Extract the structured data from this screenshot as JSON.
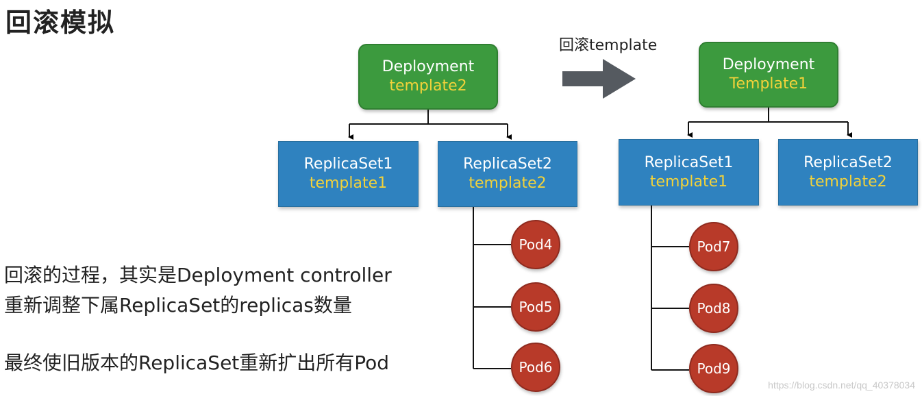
{
  "title": "回滚模拟",
  "arrow_label": "回滚template",
  "left": {
    "deployment": {
      "name": "Deployment",
      "template": "template2"
    },
    "replicasets": [
      {
        "name": "ReplicaSet1",
        "template": "template1"
      },
      {
        "name": "ReplicaSet2",
        "template": "template2"
      }
    ],
    "pods": [
      "Pod4",
      "Pod5",
      "Pod6"
    ]
  },
  "right": {
    "deployment": {
      "name": "Deployment",
      "template": "Template1"
    },
    "replicasets": [
      {
        "name": "ReplicaSet1",
        "template": "template1"
      },
      {
        "name": "ReplicaSet2",
        "template": "template2"
      }
    ],
    "pods": [
      "Pod7",
      "Pod8",
      "Pod9"
    ]
  },
  "description": {
    "line1": "回滚的过程，其实是Deployment controller",
    "line2": "重新调整下属ReplicaSet的replicas数量",
    "line3": "最终使旧版本的ReplicaSet重新扩出所有Pod"
  },
  "watermark": "https://blog.csdn.net/qq_40378034",
  "colors": {
    "deployment": "#3c9a3e",
    "replicaset": "#2f82bf",
    "pod": "#b83a29",
    "template_text": "#f2d23a",
    "arrow": "#555a60"
  }
}
